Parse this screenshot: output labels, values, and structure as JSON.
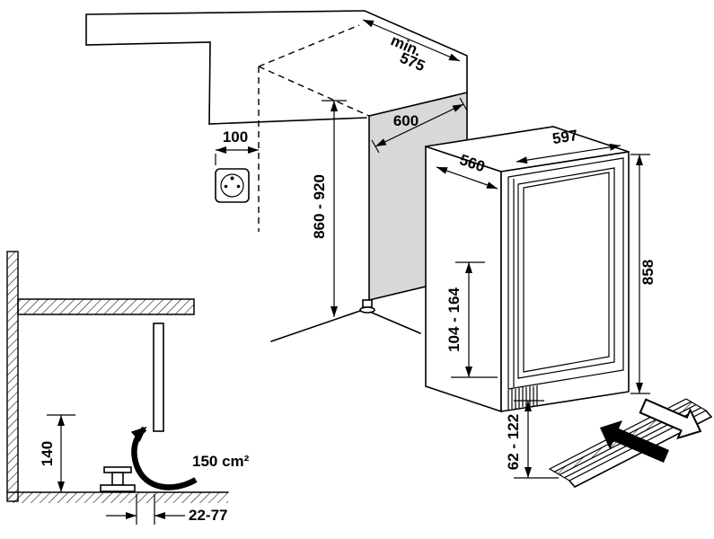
{
  "diagram": {
    "labels": {
      "counter_depth_prefix": "min.",
      "counter_depth_value": "575",
      "niche_width": "600",
      "socket_offset": "100",
      "niche_height": "860 - 920",
      "appliance_width": "597",
      "appliance_depth": "560",
      "appliance_height": "858",
      "base_height": "104 - 164",
      "grille_height": "62 - 122",
      "clearance_height": "140",
      "vent_cross_section": "150 cm²",
      "foot_range": "22-77"
    },
    "colors": {
      "line": "#000000",
      "panel_fill": "#d8d8d8",
      "background": "#ffffff"
    }
  }
}
